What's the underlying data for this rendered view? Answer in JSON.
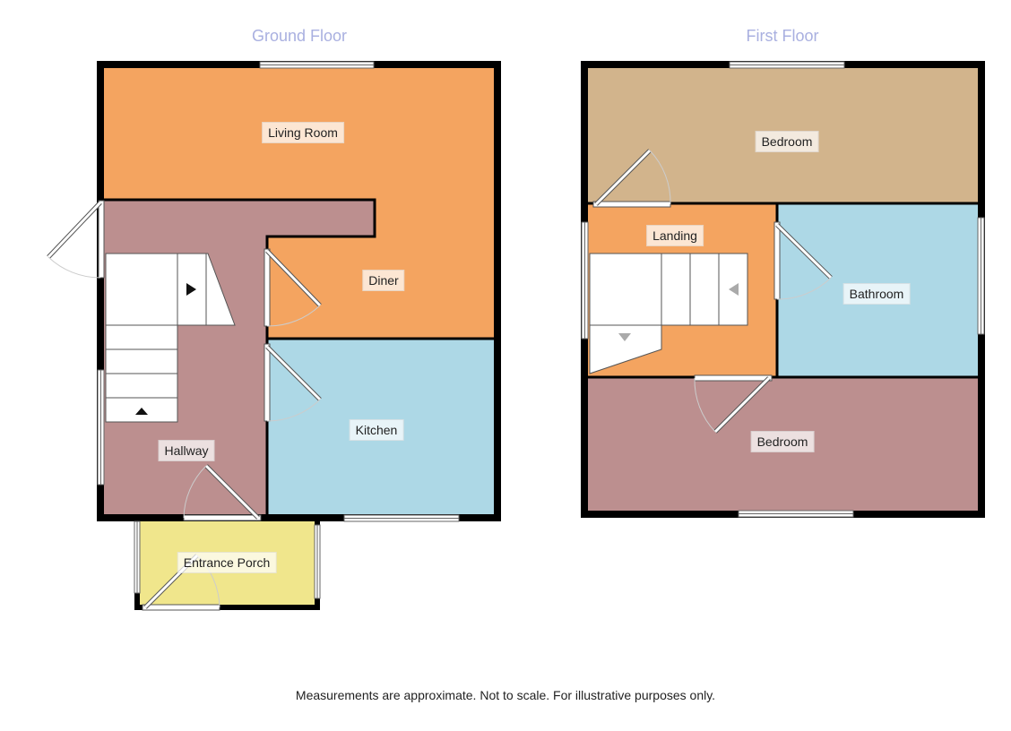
{
  "floors": {
    "ground": {
      "title": "Ground Floor"
    },
    "first": {
      "title": "First Floor"
    }
  },
  "rooms": {
    "living_room": "Living Room",
    "diner": "Diner",
    "kitchen": "Kitchen",
    "hallway": "Hallway",
    "entrance_porch": "Entrance Porch",
    "bedroom_top": "Bedroom",
    "landing": "Landing",
    "bathroom": "Bathroom",
    "bedroom_bottom": "Bedroom"
  },
  "colors": {
    "living": "#f4a460",
    "hallway": "#bc8f8f",
    "kitchen": "#add8e6",
    "porch": "#f0e68c",
    "bedroom_top": "#d2b48c",
    "bedroom_bottom": "#bc8f8f",
    "bathroom": "#add8e6",
    "landing": "#f4a460",
    "wall": "#000000",
    "floor_title": "#a9b0e0"
  },
  "footer": "Measurements are approximate. Not to scale. For illustrative purposes only."
}
